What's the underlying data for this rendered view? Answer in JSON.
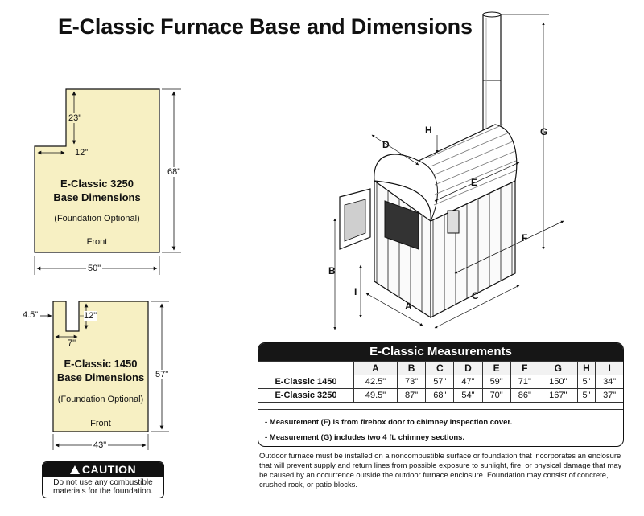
{
  "title": "E-Classic Furnace Base and Dimensions",
  "base3250": {
    "name": "E-Classic 3250",
    "subtitle": "Base Dimensions",
    "note": "(Foundation Optional)",
    "front": "Front",
    "dim_notch_height": "23\"",
    "dim_notch_width": "12\"",
    "dim_depth": "68\"",
    "dim_width": "50\""
  },
  "base1450": {
    "name": "E-Classic 1450",
    "subtitle": "Base Dimensions",
    "note": "(Foundation Optional)",
    "front": "Front",
    "dim_left": "4.5\"",
    "dim_notch_height": "12\"",
    "dim_notch_width": "7\"",
    "dim_depth": "57\"",
    "dim_width": "43\""
  },
  "furnace_labels": {
    "A": "A",
    "B": "B",
    "C": "C",
    "D": "D",
    "E": "E",
    "F": "F",
    "G": "G",
    "H": "H",
    "I": "I"
  },
  "measurements": {
    "heading": "E-Classic Measurements",
    "columns": [
      "A",
      "B",
      "C",
      "D",
      "E",
      "F",
      "G",
      "H",
      "I"
    ],
    "rows": [
      {
        "model": "E-Classic 1450",
        "values": [
          "42.5\"",
          "73\"",
          "57\"",
          "47\"",
          "59\"",
          "71\"",
          "150\"",
          "5\"",
          "34\""
        ]
      },
      {
        "model": "E-Classic 3250",
        "values": [
          "49.5\"",
          "87\"",
          "68\"",
          "54\"",
          "70\"",
          "86\"",
          "167\"",
          "5\"",
          "37\""
        ]
      }
    ],
    "notes": [
      "- Measurement (F) is from firebox door to chimney inspection cover.",
      "- Measurement (G) includes two 4 ft. chimney sections."
    ]
  },
  "footnote": "Outdoor furnace must be installed on a noncombustible surface or foundation that incorporates an enclosure that will prevent supply and return lines from possible exposure to sunlight, fire, or physical damage that may be caused by an occurrence outside the outdoor furnace enclosure. Foundation may consist of concrete, crushed rock, or patio blocks.",
  "caution": {
    "heading": "CAUTION",
    "body": "Do not use any combustible materials for the foundation."
  },
  "colors": {
    "base_fill": "#f7f0c3",
    "ink": "#111111",
    "table_head": "#161616"
  }
}
